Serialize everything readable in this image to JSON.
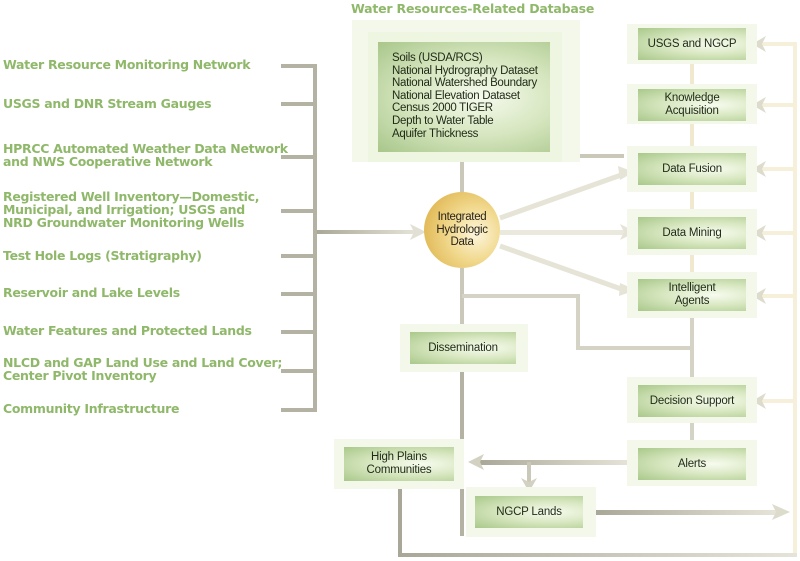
{
  "diagram": {
    "sources_title": "",
    "sources": [
      {
        "label": "Water Resource Monitoring Network"
      },
      {
        "label": "USGS and DNR Stream Gauges"
      },
      {
        "label": "HPRCC Automated Weather Data Network\nand NWS Cooperative Network"
      },
      {
        "label": "Registered Well Inventory—Domestic,\nMunicipal, and Irrigation; USGS and\nNRD Groundwater Monitoring Wells"
      },
      {
        "label": "Test Hole Logs (Stratigraphy)"
      },
      {
        "label": "Reservoir and Lake Levels"
      },
      {
        "label": "Water Features and Protected Lands"
      },
      {
        "label": "NLCD and GAP Land Use and Land Cover;\nCenter Pivot Inventory"
      },
      {
        "label": "Community Infrastructure"
      }
    ],
    "database": {
      "title": "Water Resources-Related Database",
      "items": [
        "Soils (USDA/RCS)",
        "National Hydrography Dataset",
        "National Watershed Boundary",
        "National Elevation Dataset",
        "Census 2000 TIGER",
        "Depth to Water Table",
        "Aquifer Thickness"
      ]
    },
    "hub": {
      "label": "Integrated Hydrologic Data"
    },
    "nodes": {
      "usgs_ngcp": "USGS and NGCP",
      "knowledge_acquisition": "Knowledge Acquisition",
      "data_fusion": "Data Fusion",
      "data_mining": "Data Mining",
      "intelligent_agents": "Intelligent Agents",
      "dissemination": "Dissemination",
      "decision_support": "Decision Support",
      "alerts": "Alerts",
      "high_plains_communities": "High Plains Communities",
      "ngcp_lands": "NGCP Lands"
    },
    "colors": {
      "source_text": "#8fb86a",
      "box_green": "#a9c88a",
      "halo": "#f4f8ea",
      "connector_gray": "#b9b8a8",
      "feedback_cream": "#f6efd9",
      "hub_gold": "#d9a93a"
    }
  }
}
